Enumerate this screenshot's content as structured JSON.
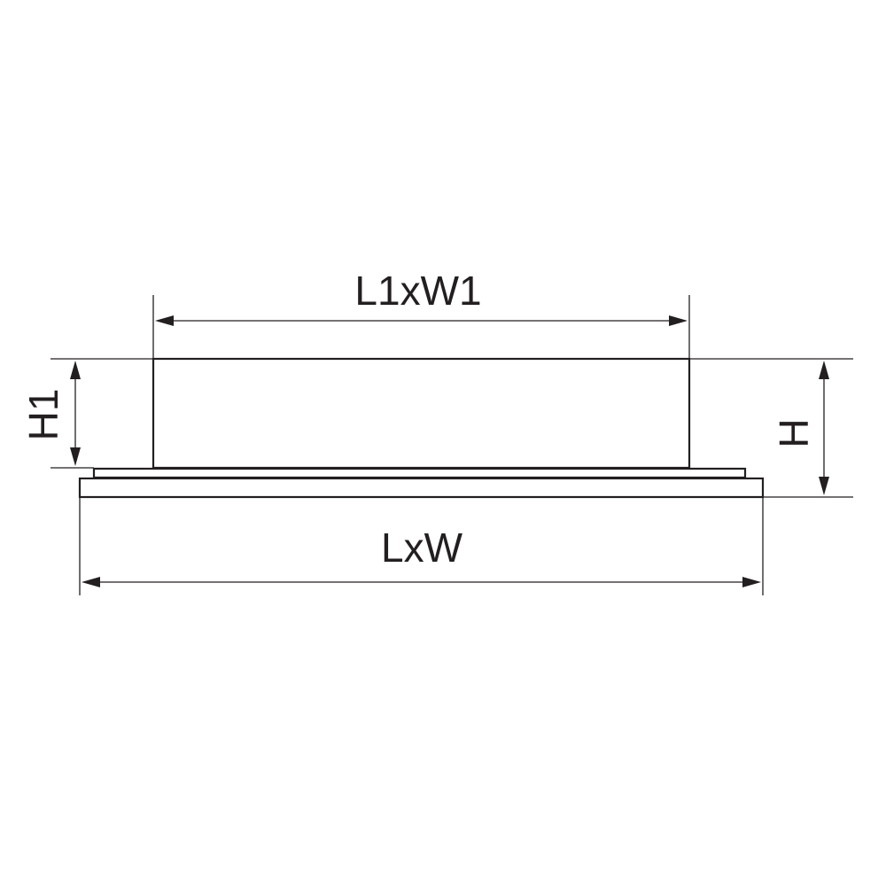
{
  "colors": {
    "line": "#231f20",
    "background": "#ffffff"
  },
  "labels": {
    "top_width": "L1xW1",
    "bottom_width": "LxW",
    "upper_height": "H1",
    "total_height": "H"
  }
}
